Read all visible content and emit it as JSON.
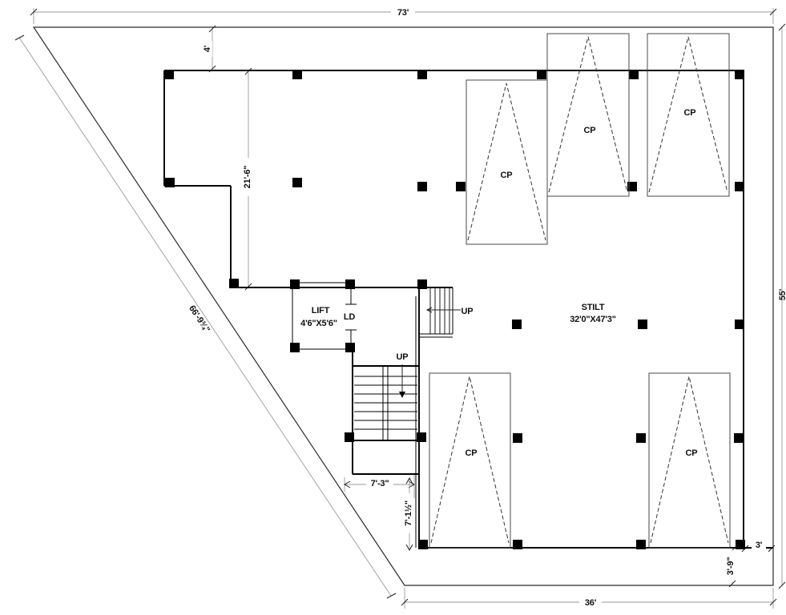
{
  "plan": {
    "dims": {
      "top_width": "73'",
      "diagonal_left": "66'-9¾\"",
      "right_height": "55'",
      "bottom_width": "36'",
      "front_offset": "4'",
      "left_bay_depth": "21'-6\"",
      "stair_width": "7'-3\"",
      "stair_depth": "7'-1½\"",
      "right_offset": "3'",
      "bottom_offset": "3'-9\""
    },
    "labels": {
      "lift_name": "LIFT",
      "lift_size": "4'6\"X5'6\"",
      "lift_door": "LD",
      "entry_up": "UP",
      "stair_up": "UP",
      "stilt_name": "STILT",
      "stilt_size": "32'0\"X47'3\""
    },
    "parking": [
      {
        "label": "CP"
      },
      {
        "label": "CP"
      },
      {
        "label": "CP"
      },
      {
        "label": "CP"
      },
      {
        "label": "CP"
      }
    ]
  }
}
